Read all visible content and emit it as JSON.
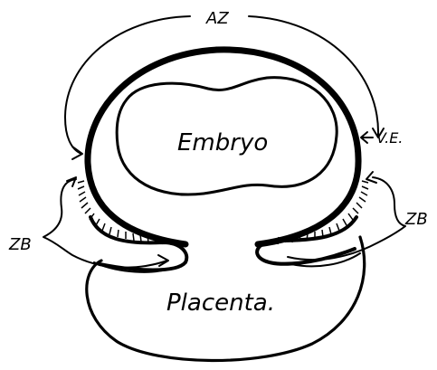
{
  "diagram": {
    "labels": {
      "embryo": "Embryo",
      "placenta": "Placenta.",
      "az": "AZ",
      "ve": "V.E.",
      "zb_left": "ZB",
      "zb_right": "ZB"
    },
    "colors": {
      "ink": "#000000",
      "background": "#ffffff"
    }
  }
}
